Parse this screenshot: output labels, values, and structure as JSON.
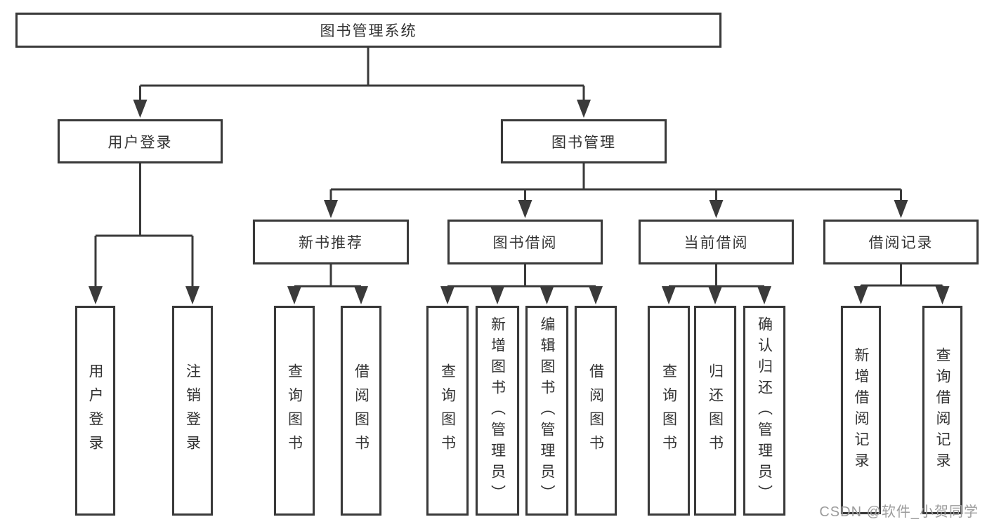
{
  "chart": {
    "type": "hierarchy-diagram",
    "root": {
      "label": "图书管理系统",
      "children": [
        {
          "label": "用户登录",
          "children": [
            {
              "label": "用户登录"
            },
            {
              "label": "注销登录"
            }
          ]
        },
        {
          "label": "图书管理",
          "children": [
            {
              "label": "新书推荐",
              "children": [
                {
                  "label": "查询图书"
                },
                {
                  "label": "借阅图书"
                }
              ]
            },
            {
              "label": "图书借阅",
              "children": [
                {
                  "label": "查询图书"
                },
                {
                  "label": "新增图书（管理员）"
                },
                {
                  "label": "编辑图书（管理员）"
                },
                {
                  "label": "借阅图书"
                }
              ]
            },
            {
              "label": "当前借阅",
              "children": [
                {
                  "label": "查询图书"
                },
                {
                  "label": "归还图书"
                },
                {
                  "label": "确认归还（管理员）"
                }
              ]
            },
            {
              "label": "借阅记录",
              "children": [
                {
                  "label": "新增借阅记录"
                },
                {
                  "label": "查询借阅记录"
                }
              ]
            }
          ]
        }
      ]
    }
  },
  "watermark": {
    "text": "CSDN @软件_小贺同学"
  },
  "colors": {
    "line": "#3a3a3a",
    "text": "#333333",
    "watermark": "#9c9c9c",
    "background": "#ffffff"
  }
}
